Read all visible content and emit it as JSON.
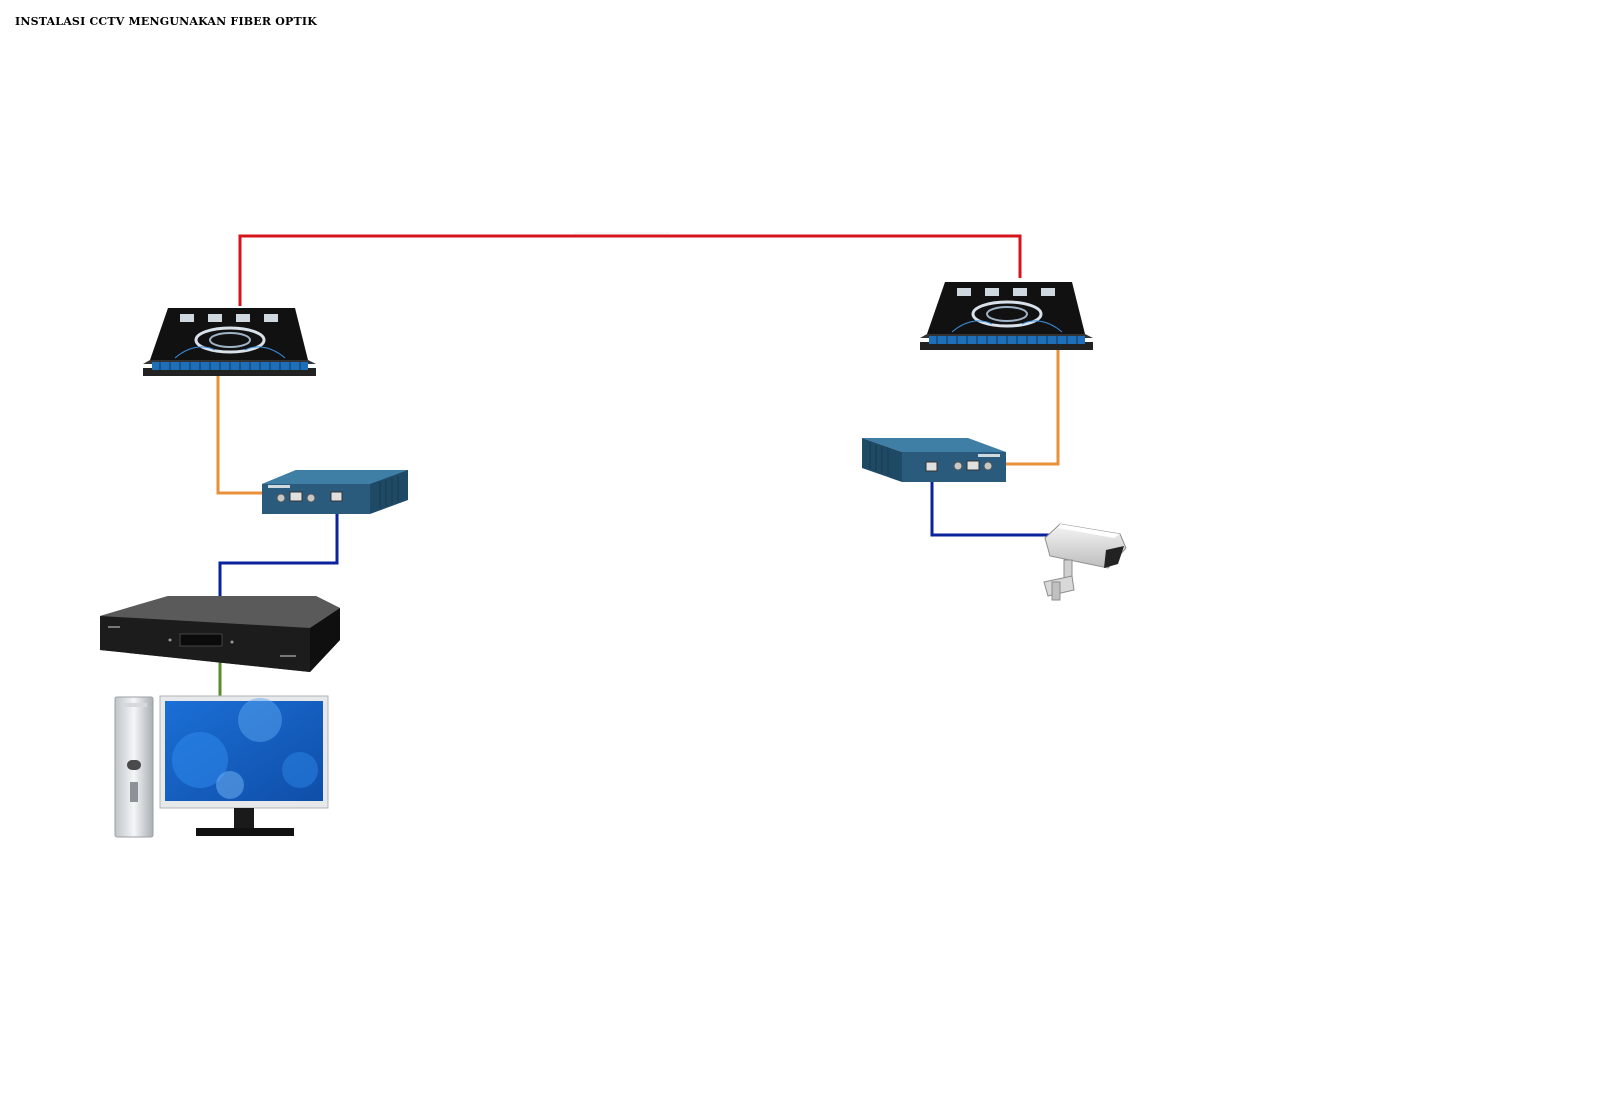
{
  "title": "INSTALASI CCTV  MENGUNAKAN FIBER OPTIK",
  "colors": {
    "fiber_backbone": "#d7141c",
    "fiber_patch": "#e8913a",
    "utp_cable": "#0a229c",
    "video_cable": "#5d8a2e",
    "converter_body": "#2a5b7c",
    "patch_panel_port": "#1f6fb8"
  },
  "devices": [
    {
      "id": "odf-left",
      "icon": "fiber-patch-panel-icon"
    },
    {
      "id": "odf-right",
      "icon": "fiber-patch-panel-icon"
    },
    {
      "id": "converter-left",
      "icon": "media-converter-icon"
    },
    {
      "id": "converter-right",
      "icon": "media-converter-icon"
    },
    {
      "id": "dvr",
      "icon": "dvr-recorder-icon"
    },
    {
      "id": "pc",
      "icon": "desktop-computer-icon"
    },
    {
      "id": "camera",
      "icon": "cctv-camera-icon"
    }
  ]
}
